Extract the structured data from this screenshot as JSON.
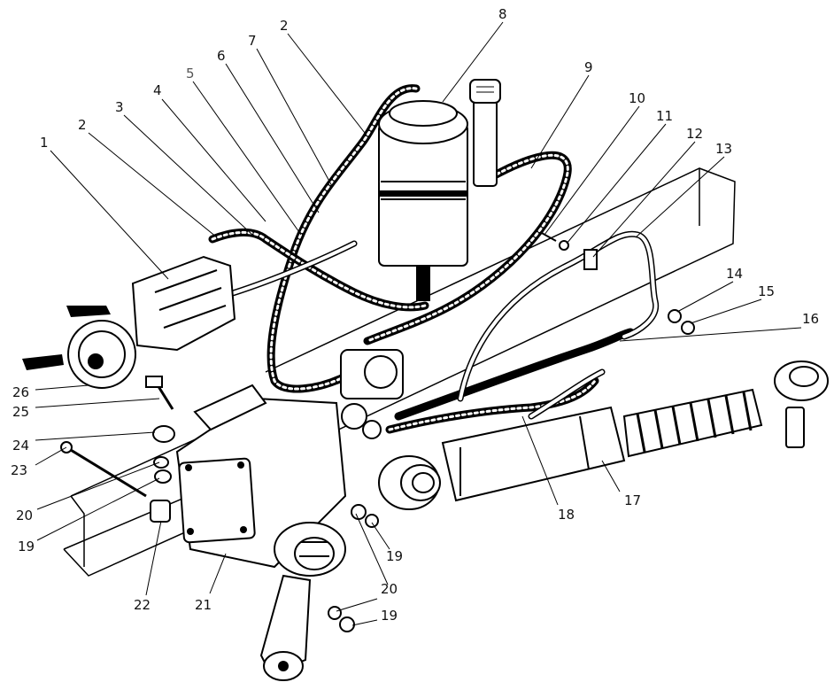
{
  "diagram": {
    "callouts": [
      {
        "id": "c1",
        "text": "1"
      },
      {
        "id": "c2a",
        "text": "2"
      },
      {
        "id": "c2b",
        "text": "2"
      },
      {
        "id": "c3",
        "text": "3"
      },
      {
        "id": "c4",
        "text": "4"
      },
      {
        "id": "c5",
        "text": "5"
      },
      {
        "id": "c6",
        "text": "6"
      },
      {
        "id": "c7",
        "text": "7"
      },
      {
        "id": "c8",
        "text": "8"
      },
      {
        "id": "c9",
        "text": "9"
      },
      {
        "id": "c10",
        "text": "10"
      },
      {
        "id": "c11",
        "text": "11"
      },
      {
        "id": "c12",
        "text": "12"
      },
      {
        "id": "c13",
        "text": "13"
      },
      {
        "id": "c14",
        "text": "14"
      },
      {
        "id": "c15",
        "text": "15"
      },
      {
        "id": "c16",
        "text": "16"
      },
      {
        "id": "c17",
        "text": "17"
      },
      {
        "id": "c18",
        "text": "18"
      },
      {
        "id": "c19a",
        "text": "19"
      },
      {
        "id": "c19b",
        "text": "19"
      },
      {
        "id": "c19c",
        "text": "19"
      },
      {
        "id": "c20a",
        "text": "20"
      },
      {
        "id": "c20b",
        "text": "20"
      },
      {
        "id": "c21",
        "text": "21"
      },
      {
        "id": "c22",
        "text": "22"
      },
      {
        "id": "c23",
        "text": "23"
      },
      {
        "id": "c24",
        "text": "24"
      },
      {
        "id": "c25",
        "text": "25"
      },
      {
        "id": "c26",
        "text": "26"
      }
    ]
  }
}
